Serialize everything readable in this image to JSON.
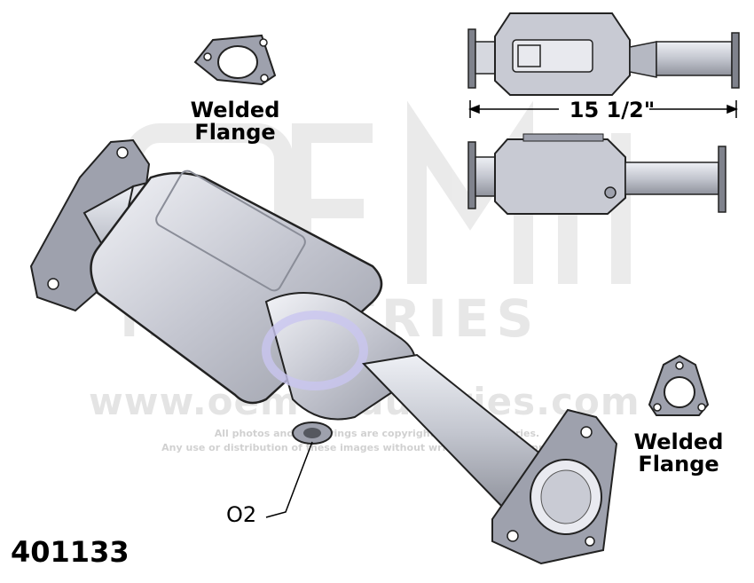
{
  "watermark": {
    "logo_text": "OEM",
    "brand_text": "INDUSTRIES",
    "website_text": "www.oem-industries.com",
    "copyright_line1": "All photos and renderings are copyright of OEM Industries.",
    "copyright_line2": "Any use or distribution of these images without written consent is prohibited."
  },
  "labels": {
    "welded_flange_top_line1": "Welded",
    "welded_flange_top_line2": "Flange",
    "welded_flange_right_line1": "Welded",
    "welded_flange_right_line2": "Flange",
    "o2_label": "O2",
    "dimension": "15 1/2\"",
    "part_number": "401133"
  },
  "colors": {
    "metal_dark": "#8a8d98",
    "metal_mid": "#b9bcc6",
    "metal_light": "#e6e8ee",
    "highlight": "#c9c6f0",
    "outline": "#222222",
    "watermark": "#000000"
  }
}
